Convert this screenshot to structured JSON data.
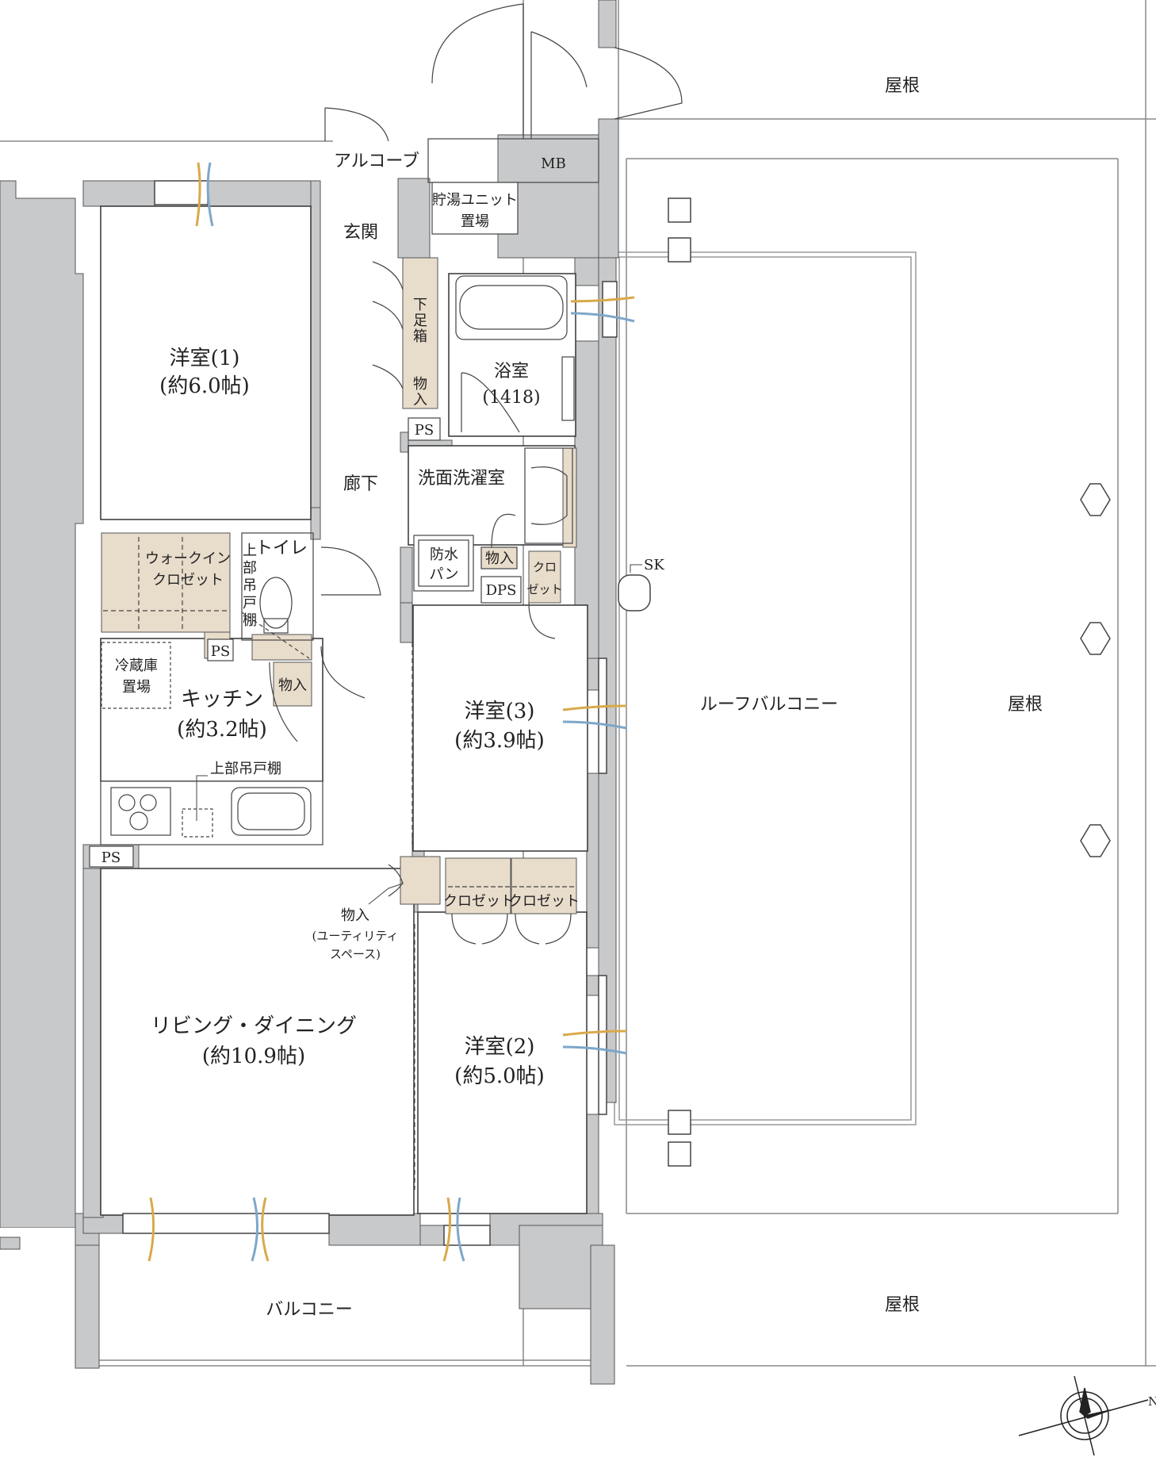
{
  "rooms": {
    "western1": {
      "name": "洋室(1)",
      "size": "(約6.0帖)"
    },
    "western2": {
      "name": "洋室(2)",
      "size": "(約5.0帖)"
    },
    "western3": {
      "name": "洋室(3)",
      "size": "(約3.9帖)"
    },
    "ld": {
      "name": "リビング・ダイニング",
      "size": "(約10.9帖)"
    },
    "kitchen": {
      "name": "キッチン",
      "size": "(約3.2帖)"
    },
    "bath": {
      "name": "浴室",
      "size": "(1418)"
    },
    "washroom": "洗面洗濯室",
    "hall": "廊下",
    "entrance": "玄関",
    "alcove": "アルコーブ",
    "toilet": "トイレ",
    "walkin": [
      "ウォークイン",
      "クロゼット"
    ],
    "roof_balcony": "ルーフバルコニー",
    "balcony": "バルコニー",
    "roof_top": "屋根",
    "roof_right": "屋根",
    "roof_bottom": "屋根"
  },
  "fixtures": {
    "mb": "MB",
    "water_heater": [
      "貯湯ユニット",
      "置場"
    ],
    "shoe_box": [
      "下",
      "足",
      "箱"
    ],
    "storage_v": [
      "物",
      "入"
    ],
    "ps": "PS",
    "ps2": "PS",
    "ps3": "PS",
    "dps": "DPS",
    "storage_h": "物入",
    "storage_h2": "物入",
    "storage_h3": "物入",
    "closet_small": [
      "クロ",
      "ゼット"
    ],
    "waterproof_pan": [
      "防水",
      "パン"
    ],
    "upper_shelf_v": [
      "上",
      "部",
      "吊",
      "戸",
      "棚"
    ],
    "fridge": [
      "冷蔵庫",
      "置場"
    ],
    "upper_shelf": "上部吊戸棚",
    "closet1": "クロゼット",
    "closet2": "クロゼット",
    "utility": [
      "物入",
      "(ユーティリティ",
      "スペース)"
    ],
    "sk": "SK"
  },
  "compass": {
    "north_label": "N"
  },
  "colors": {
    "wall": "#c8c9ca",
    "storage": "#e8dccb",
    "line": "#333333",
    "warm_air": "#d9a94a",
    "cool_air": "#7da7c9"
  }
}
